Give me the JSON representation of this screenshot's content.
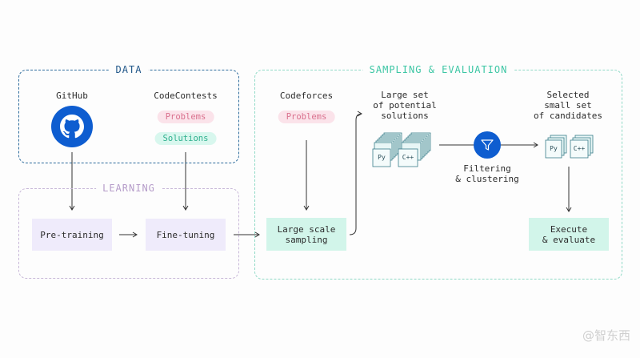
{
  "groups": {
    "data": "DATA",
    "learning": "LEARNING",
    "sampling": "SAMPLING & EVALUATION"
  },
  "data_section": {
    "github_label": "GitHub",
    "codecontests_label": "CodeContests",
    "problems": "Problems",
    "solutions": "Solutions"
  },
  "learning_section": {
    "pretraining": "Pre-training",
    "finetuning": "Fine-tuning"
  },
  "sampling_section": {
    "codeforces_label": "Codeforces",
    "problems": "Problems",
    "large_scale_sampling": "Large scale\nsampling",
    "large_set_label": "Large set\nof potential\nsolutions",
    "filtering_label": "Filtering\n& clustering",
    "selected_label": "Selected\nsmall set\nof candidates",
    "execute": "Execute\n& evaluate",
    "py": "Py",
    "cpp": "C++"
  },
  "colors": {
    "data_border": "#2c6b9c",
    "learning_border": "#c8b8d8",
    "sampling_border": "#8fd9c6",
    "accent_blue": "#0e5dd0",
    "pink_pill": "#fbe3ea",
    "green_pill": "#d8f7ee",
    "purple_box": "#efebfb",
    "green_box": "#d2f5ea"
  },
  "watermark": "@智东西"
}
